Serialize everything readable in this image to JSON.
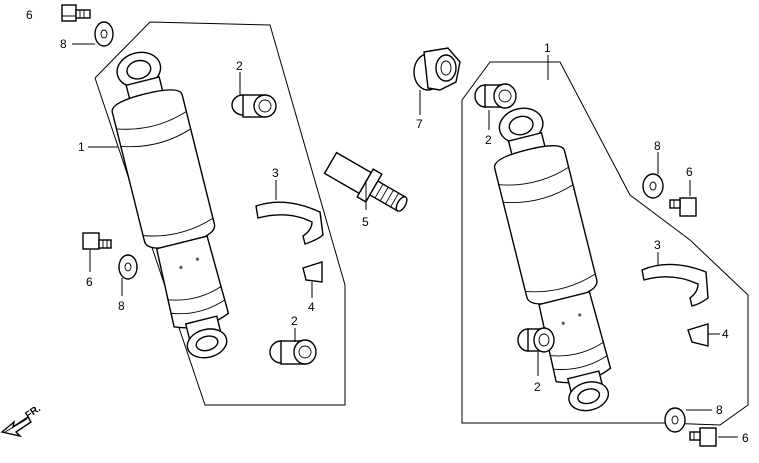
{
  "callouts": {
    "left": {
      "shock": "1",
      "bushing_top": "2",
      "bushing_bottom": "2",
      "spring_clip": "3",
      "clip_tab": "4",
      "stud": "5",
      "bolt_top": "6",
      "washer_top": "8",
      "bolt_mid": "6",
      "washer_mid": "8"
    },
    "right": {
      "shock": "1",
      "nut": "7",
      "bushing_top": "2",
      "bushing_bottom": "2",
      "washer_mid": "8",
      "bolt_mid": "6",
      "spring_clip": "3",
      "clip_tab": "4",
      "washer_bottom": "8",
      "bolt_bottom": "6"
    }
  },
  "direction_marker": "FR."
}
